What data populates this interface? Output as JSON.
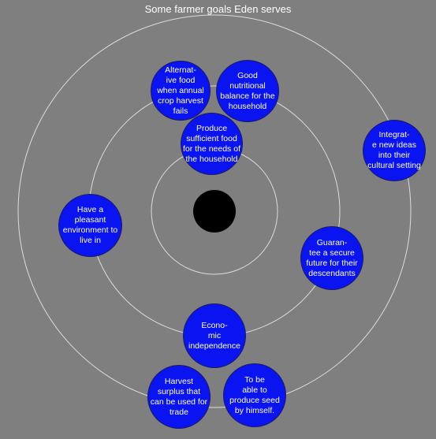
{
  "title": "Some farmer goals Eden serves",
  "colors": {
    "background": "#7f7f7f",
    "ring": "#dcdcdc",
    "goal_fill": "#0a14f0",
    "center": "#000000",
    "text": "#ffffff"
  },
  "goals": [
    {
      "id": "alternative-food",
      "label": "Alternat-\nive food\nwhen annual\ncrop harvest\nfails"
    },
    {
      "id": "nutritional-balance",
      "label": "Good\nnutritional\nbalance for the\nhousehold"
    },
    {
      "id": "sufficient-food",
      "label": "Produce\nsufficient food\nfor the needs of\nthe household"
    },
    {
      "id": "integrate-ideas",
      "label": "Integrat-\ne new ideas\ninto their\ncultural setting"
    },
    {
      "id": "pleasant-environment",
      "label": "Have a\npleasant\nenvironment to\nlive in"
    },
    {
      "id": "secure-future",
      "label": "Guaran-\ntee a secure\nfuture for their\ndescendants"
    },
    {
      "id": "economic-independence",
      "label": "Econo-\nmic\nindependence"
    },
    {
      "id": "harvest-surplus",
      "label": "Harvest\nsurplus that\ncan be used for\ntrade"
    },
    {
      "id": "produce-seed",
      "label": "To be\nable to\nproduce seed\nby himself."
    }
  ]
}
